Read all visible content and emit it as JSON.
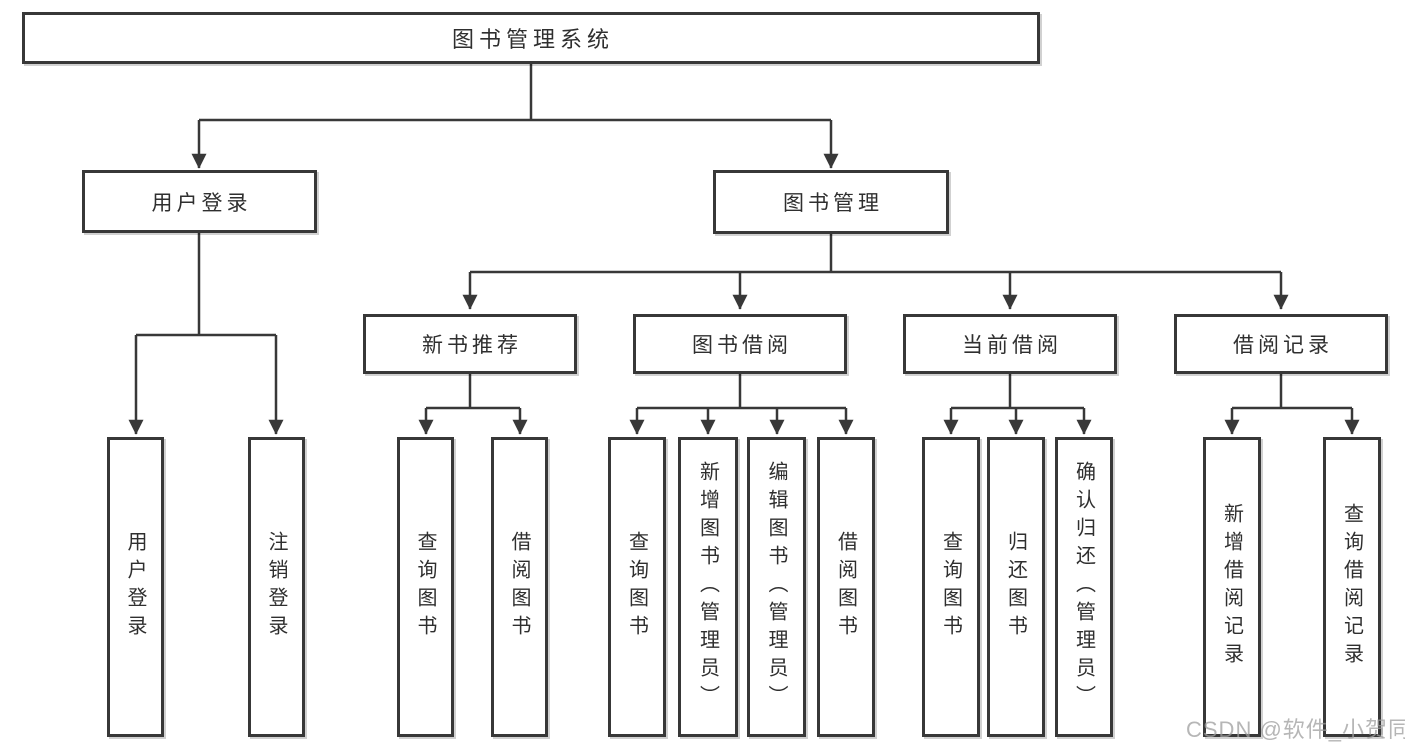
{
  "diagram": {
    "root": {
      "label": "图书管理系统"
    },
    "user_login": {
      "label": "用户登录",
      "children": [
        {
          "label": "用户登录"
        },
        {
          "label": "注销登录"
        }
      ]
    },
    "book_management": {
      "label": "图书管理",
      "groups": [
        {
          "label": "新书推荐",
          "children": [
            {
              "label": "查询图书"
            },
            {
              "label": "借阅图书"
            }
          ]
        },
        {
          "label": "图书借阅",
          "children": [
            {
              "label": "查询图书"
            },
            {
              "label": "新增图书（管理员）"
            },
            {
              "label": "编辑图书（管理员）"
            },
            {
              "label": "借阅图书"
            }
          ]
        },
        {
          "label": "当前借阅",
          "children": [
            {
              "label": "查询图书"
            },
            {
              "label": "归还图书"
            },
            {
              "label": "确认归还（管理员）"
            }
          ]
        },
        {
          "label": "借阅记录",
          "children": [
            {
              "label": "新增借阅记录"
            },
            {
              "label": "查询借阅记录"
            }
          ]
        }
      ]
    },
    "watermark": "CSDN @软件_小贺同学",
    "colors": {
      "line": "#383838",
      "border": "#383838",
      "text": "#2f2f2f",
      "watermark": "#9e9e9e",
      "background": "#ffffff"
    }
  }
}
